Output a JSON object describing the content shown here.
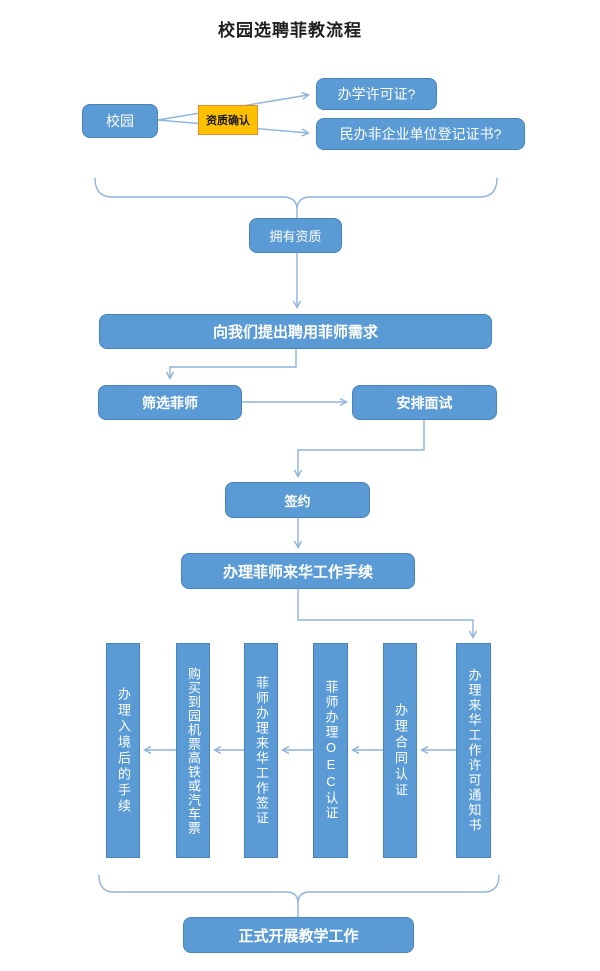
{
  "title": "校园选聘菲教流程",
  "colors": {
    "node_fill": "#5B9BD5",
    "node_border": "#4A82BA",
    "connector": "#8FB4DC",
    "label_fill": "#FFC000",
    "label_border": "#E08C2D",
    "node_text": "#FFFFFF",
    "label_text": "#1a1a1a",
    "title_text": "#1f1f1f"
  },
  "nodes": {
    "campus": "校园",
    "qualification_check_label": "资质确认",
    "school_license": "办学许可证?",
    "nonprofit_certificate": "民办非企业单位登记证书?",
    "has_qualification": "拥有资质",
    "submit_hiring_demand": "向我们提出聘用菲师需求",
    "screen_teachers": "筛选菲师",
    "arrange_interview": "安排面试",
    "sign_contract": "签约",
    "work_procedures": "办理菲师来华工作手续",
    "start_teaching": "正式开展教学工作"
  },
  "vertical_steps": [
    {
      "label": "办理入境后的手续"
    },
    {
      "label": "购买到园机票高铁或汽车票"
    },
    {
      "label": "菲师办理来华工作签证"
    },
    {
      "label": "菲师办理OEC认证"
    },
    {
      "label": "办理合同认证"
    },
    {
      "label": "办理来华工作许可通知书"
    }
  ]
}
